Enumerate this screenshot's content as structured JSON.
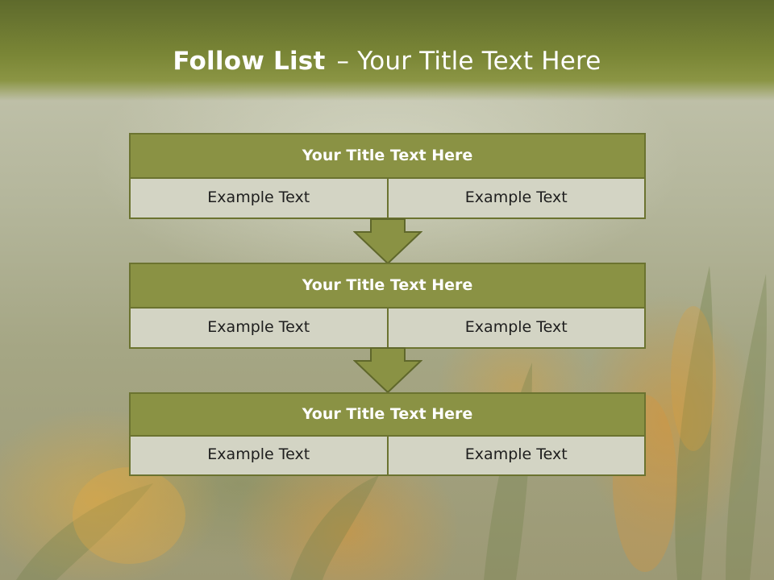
{
  "slide": {
    "title_bold": "Follow List",
    "title_separator": "–",
    "title_rest": "Your Title Text Here"
  },
  "blocks": [
    {
      "title": "Your Title Text Here",
      "cells": [
        "Example Text",
        "Example Text"
      ]
    },
    {
      "title": "Your Title Text Here",
      "cells": [
        "Example Text",
        "Example Text"
      ]
    },
    {
      "title": "Your Title Text Here",
      "cells": [
        "Example Text",
        "Example Text"
      ]
    }
  ],
  "colors": {
    "accent": "#8a9244",
    "border": "#6b7330",
    "cell_fill": "#d3d4c4",
    "header_band": "#7a8636"
  },
  "icons": [
    "down-arrow-icon",
    "down-arrow-icon"
  ]
}
